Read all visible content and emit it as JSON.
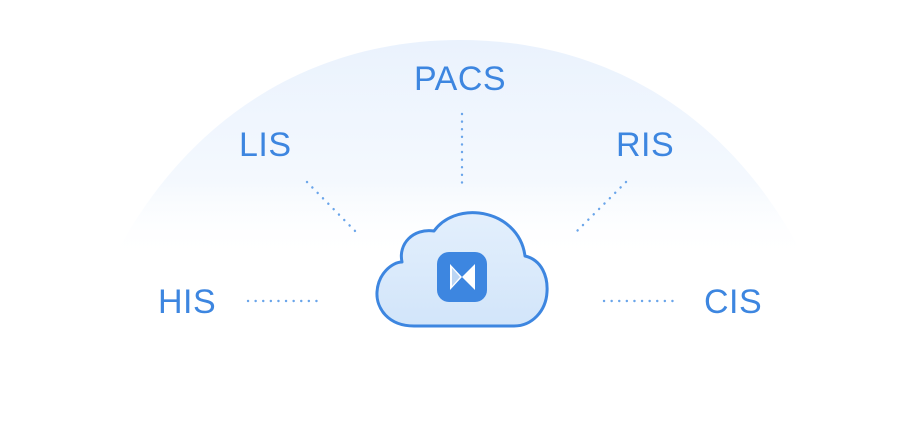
{
  "nodes": {
    "pacs": "PACS",
    "lis": "LIS",
    "ris": "RIS",
    "his": "HIS",
    "cis": "CIS"
  },
  "colors": {
    "accent": "#3d86e0",
    "label": "#3d86e0",
    "connector": "#6aa5ea",
    "cloud_fill": "#dcebfb",
    "cloud_stroke": "#3d86e0",
    "glow": "#eaf2fd"
  },
  "icons": {
    "center": "cloud-icon",
    "logo": "bowtie-logo-icon"
  }
}
